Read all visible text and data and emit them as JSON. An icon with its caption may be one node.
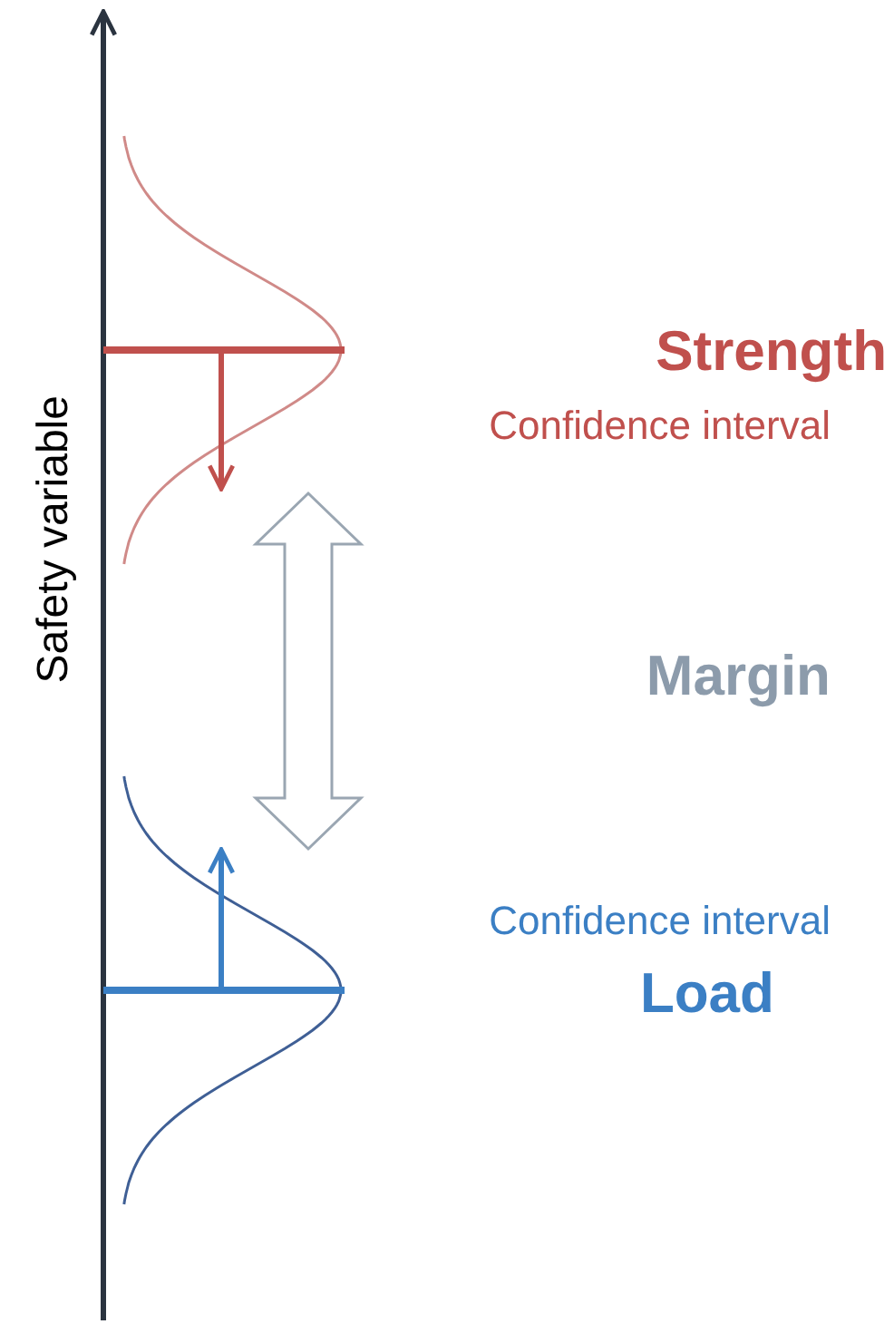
{
  "diagram": {
    "labels": [
      "Safety variable",
      "Strength",
      "Confidence interval",
      "Margin",
      "Confidence interval",
      "Load"
    ]
  }
}
